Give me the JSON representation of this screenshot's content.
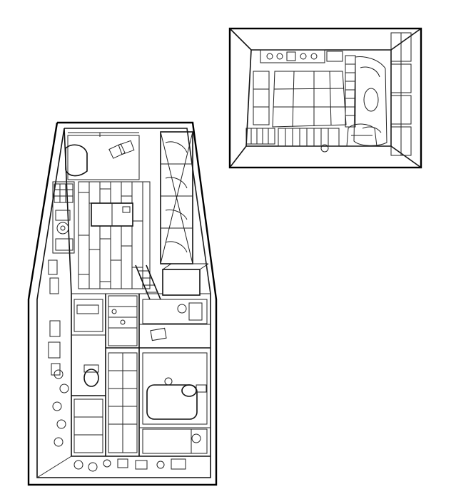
{
  "figure": {
    "style": "black-and-white line drawing",
    "colors": {
      "ink": "#111111",
      "paper": "#ffffff"
    }
  },
  "drawings": [
    {
      "id": "large-apartment-view",
      "description_icon": "apartment-floorplan-icon"
    },
    {
      "id": "small-room-view",
      "description_icon": "room-overhead-icon"
    }
  ]
}
